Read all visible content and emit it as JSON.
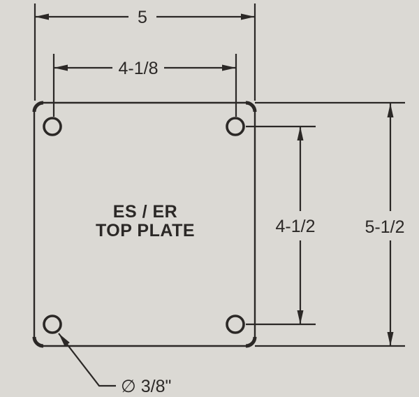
{
  "drawing": {
    "title_line1": "ES / ER",
    "title_line2": "TOP PLATE",
    "dimensions": {
      "overall_width": "5",
      "bolt_hole_spacing_width": "4-1/8",
      "bolt_hole_spacing_height": "4-1/2",
      "overall_height": "5-1/2",
      "hole_diameter_label": "∅ 3/8\""
    },
    "colors": {
      "background": "#dbd9d4",
      "line": "#2b2826"
    }
  }
}
